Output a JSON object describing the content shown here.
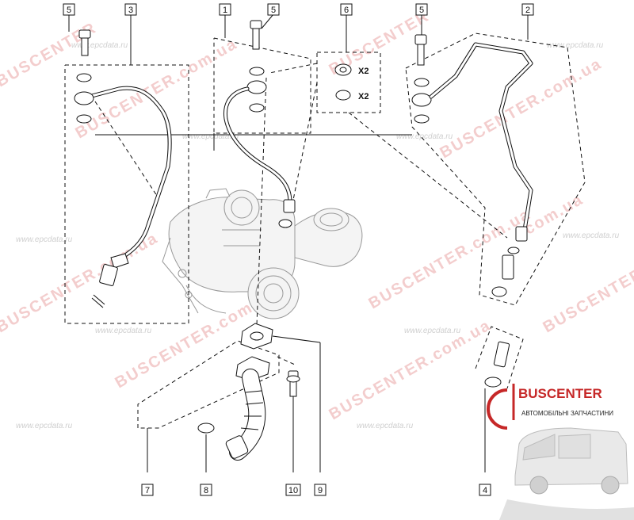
{
  "callouts": [
    {
      "id": "c5a",
      "text": "5"
    },
    {
      "id": "c3",
      "text": "3"
    },
    {
      "id": "c1",
      "text": "1"
    },
    {
      "id": "c5b",
      "text": "5"
    },
    {
      "id": "c6",
      "text": "6"
    },
    {
      "id": "c5c",
      "text": "5"
    },
    {
      "id": "c2",
      "text": "2"
    },
    {
      "id": "c7",
      "text": "7"
    },
    {
      "id": "c8",
      "text": "8"
    },
    {
      "id": "c10",
      "text": "10"
    },
    {
      "id": "c9",
      "text": "9"
    },
    {
      "id": "c4",
      "text": "4"
    }
  ],
  "kit": {
    "qty_washer": "X2",
    "qty_oring": "X2"
  },
  "watermarks": {
    "red": "BUSCENTER",
    "red_domain": "BUSCENTER.com.ua",
    "grey": "www.epcdata.ru",
    "grey_short": "www.epcdata.ru",
    "red_tail": ".com.ua"
  },
  "brand": {
    "name": "BUSCENTER",
    "tagline": "АВТОМОБІЛЬНІ ЗАПЧАСТИНИ",
    "accent": "#c62828"
  }
}
